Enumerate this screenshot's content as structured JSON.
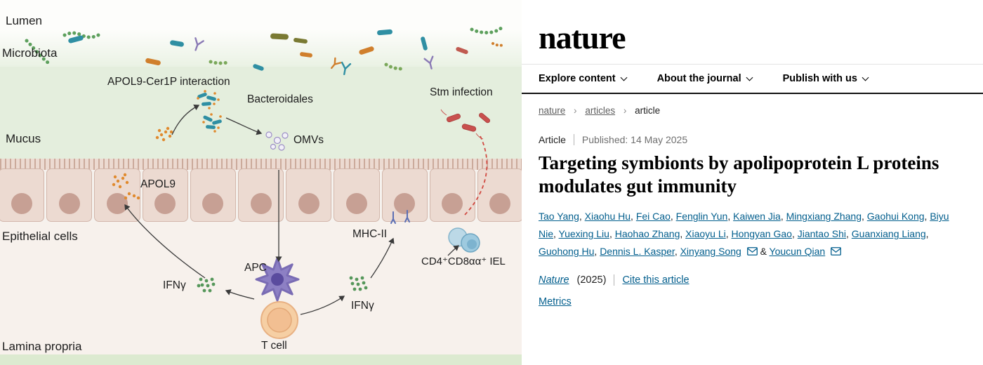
{
  "figure": {
    "labels": {
      "lumen": "Lumen",
      "microbiota": "Microbiota",
      "mucus": "Mucus",
      "epithelial": "Epithelial cells",
      "lamina": "Lamina propria",
      "apol9_cer1p": "APOL9-Cer1P interaction",
      "bacteroidales": "Bacteroidales",
      "omvs": "OMVs",
      "apol9": "APOL9",
      "stm": "Stm infection",
      "mhc2": "MHC-II",
      "iel": "CD4⁺CD8αα⁺ IEL",
      "ifng_left": "IFNγ",
      "apc": "APC",
      "ifng_right": "IFNγ",
      "tcell": "T cell"
    }
  },
  "site": {
    "logo": "nature",
    "colors": {
      "link": "#025e8d",
      "rule": "#111111"
    },
    "nav_items": [
      {
        "label": "Explore content"
      },
      {
        "label": "About the journal"
      },
      {
        "label": "Publish with us"
      }
    ],
    "breadcrumb_separator": "›",
    "breadcrumbs": [
      {
        "label": "nature"
      },
      {
        "label": "articles"
      },
      {
        "label": "article"
      }
    ],
    "article": {
      "type_label": "Article",
      "published": "Published: 14 May 2025",
      "title": "Targeting symbionts by apolipoprotein L proteins modulates gut immunity",
      "authors": [
        {
          "name": "Tao Yang"
        },
        {
          "name": "Xiaohu Hu"
        },
        {
          "name": "Fei Cao"
        },
        {
          "name": "Fenglin Yun"
        },
        {
          "name": "Kaiwen Jia"
        },
        {
          "name": "Mingxiang Zhang"
        },
        {
          "name": "Gaohui Kong"
        },
        {
          "name": "Biyu Nie"
        },
        {
          "name": "Yuexing Liu"
        },
        {
          "name": "Haohao Zhang"
        },
        {
          "name": "Xiaoyu Li"
        },
        {
          "name": "Hongyan Gao"
        },
        {
          "name": "Jiantao Shi"
        },
        {
          "name": "Guanxiang Liang"
        },
        {
          "name": "Guohong Hu"
        },
        {
          "name": "Dennis L. Kasper"
        },
        {
          "name": "Xinyang Song",
          "email": true
        },
        {
          "name": "Youcun Qian",
          "email": true
        }
      ],
      "journal": "Nature",
      "year": "(2025)",
      "cite_link": "Cite this article",
      "metrics_link": "Metrics"
    }
  }
}
